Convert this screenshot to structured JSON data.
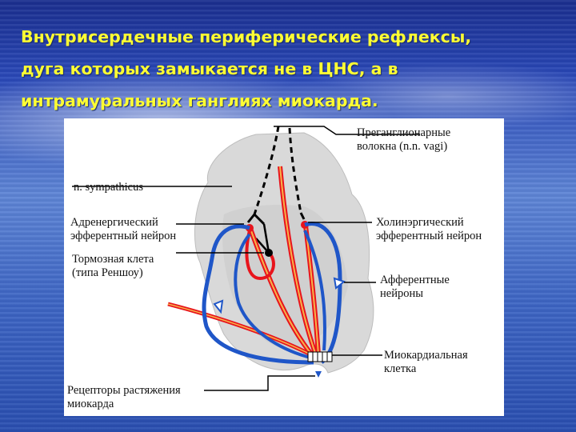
{
  "title": {
    "line1": "Внутрисердечные периферические рефлексы,",
    "line2": "дуга которых замыкается не в ЦНС, а  в",
    "line3": "интрамуральных ганглиях миокарда."
  },
  "labels": {
    "preganglionic": [
      "Преганглионарные",
      "волокна (n.n. vagi)"
    ],
    "sympathicus": "n. sympathicus",
    "adrenergic": [
      "Адренергический",
      "эфферентный нейрон"
    ],
    "cholinergic": [
      "Холинэргический",
      "эфферентный нейрон"
    ],
    "inhibitory": [
      "Тормозная клета",
      "(типа Реншоу)"
    ],
    "afferent": [
      "Афферентные",
      "нейроны"
    ],
    "myocardial_cell": [
      "Миокардиальная",
      "клетка"
    ],
    "stretch_receptors": [
      "Рецепторы растяжения",
      "миокарда"
    ]
  },
  "colors": {
    "title": "#ffff33",
    "efferent": "#e8141c",
    "afferent": "#1f56c8",
    "fiber_fill": "#f7b24a"
  }
}
